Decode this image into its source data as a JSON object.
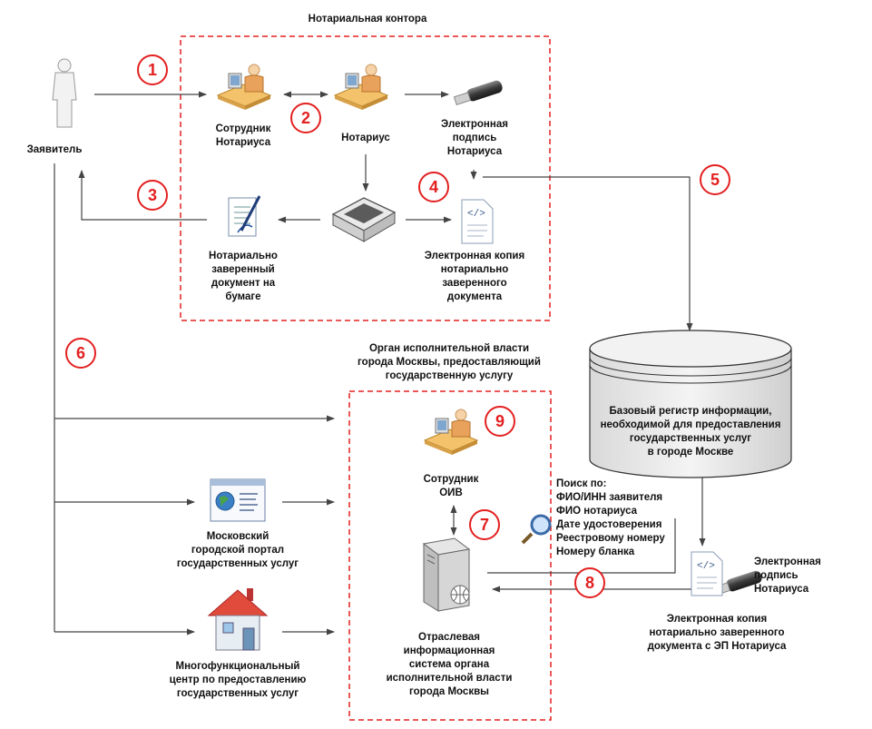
{
  "office_title": "Нотариальная контора",
  "oiv_title": "Орган исполнительной власти\nгорода Москвы, предоставляющий\nгосударственную услугу",
  "labels": {
    "applicant": "Заявитель",
    "notary_employee": "Сотрудник\nНотариуса",
    "notary": "Нотариус",
    "esign_notary": "Электронная\nподпись\nНотариуса",
    "paper_doc": "Нотариально\nзаверенный\nдокумент на\nбумаге",
    "e_copy": "Электронная копия\nнотариально\nзаверенного\nдокумента",
    "registry": "Базовый регистр информации,\nнеобходимой для предоставления\nгосударственных услуг\nв городе Москве",
    "search": "Поиск по:\nФИО/ИНН заявителя\nФИО нотариуса\nДате удостоверения\nРеестровому номеру\nНомеру бланка",
    "esign_notary_2": "Электронная\nподпись\nНотариуса",
    "e_copy_signed": "Электронная копия\nнотариально заверенного\nдокумента с ЭП Нотариуса",
    "oiv_employee": "Сотрудник\nОИВ",
    "portal": "Московский\nгородской портал\nгосударственных услуг",
    "mfc": "Многофункциональный\nцентр по предоставлению\nгосударственных услуг",
    "oiv_system": "Отраслевая\nинформационная\nсистема органа\nисполнительной власти\nгорода Москвы"
  },
  "steps": [
    "1",
    "2",
    "3",
    "4",
    "5",
    "6",
    "7",
    "8",
    "9"
  ],
  "colors": {
    "accent": "#e32020",
    "line": "#444444",
    "cylinder": "#e8e8e8"
  },
  "icons": [
    "person-icon",
    "desk-worker-icon",
    "usb-key-icon",
    "scanner-icon",
    "signed-document-icon",
    "code-document-icon",
    "database-icon",
    "magnifier-icon",
    "web-portal-icon",
    "house-icon",
    "server-icon"
  ]
}
